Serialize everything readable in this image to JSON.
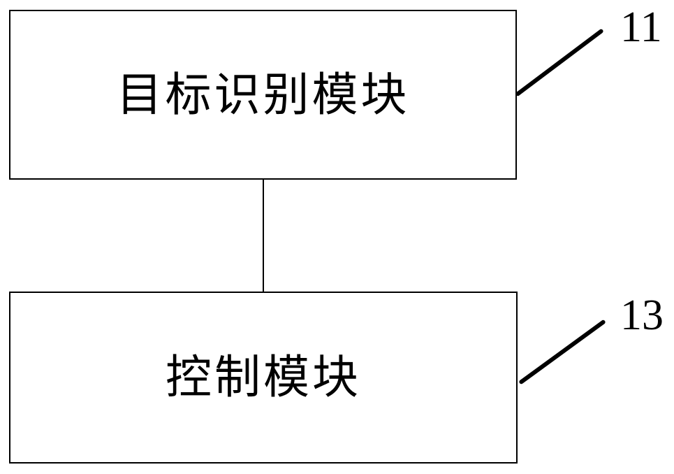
{
  "page": {
    "background_color": "#ffffff",
    "line_color": "#000000"
  },
  "diagram": {
    "type": "block-diagram",
    "modules": [
      {
        "name": "target-recognition-module",
        "label": "目标识别模块",
        "ref": "11"
      },
      {
        "name": "control-module",
        "label": "控制模块",
        "ref": "13"
      }
    ],
    "connections": [
      {
        "from": "target-recognition-module",
        "to": "control-module",
        "style": "vertical-line"
      }
    ]
  }
}
